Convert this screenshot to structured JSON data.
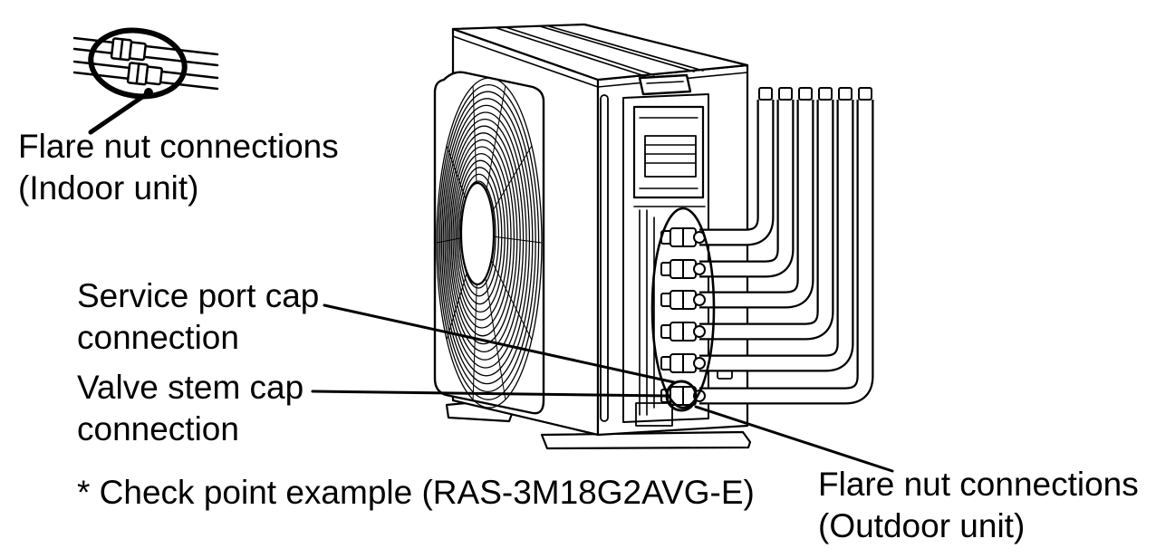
{
  "labels": {
    "indoor_flare_nut": {
      "line1": "Flare nut connections",
      "line2": "(Indoor unit)"
    },
    "service_port_cap": {
      "line1": "Service port cap",
      "line2": "connection"
    },
    "valve_stem_cap": {
      "line1": "Valve stem cap",
      "line2": "connection"
    },
    "outdoor_flare_nut": {
      "line1": "Flare nut connections",
      "line2": "(Outdoor unit)"
    },
    "note": "* Check point example (RAS-3M18G2AVG-E)"
  },
  "colors": {
    "ink": "#000000",
    "paper": "#ffffff"
  }
}
